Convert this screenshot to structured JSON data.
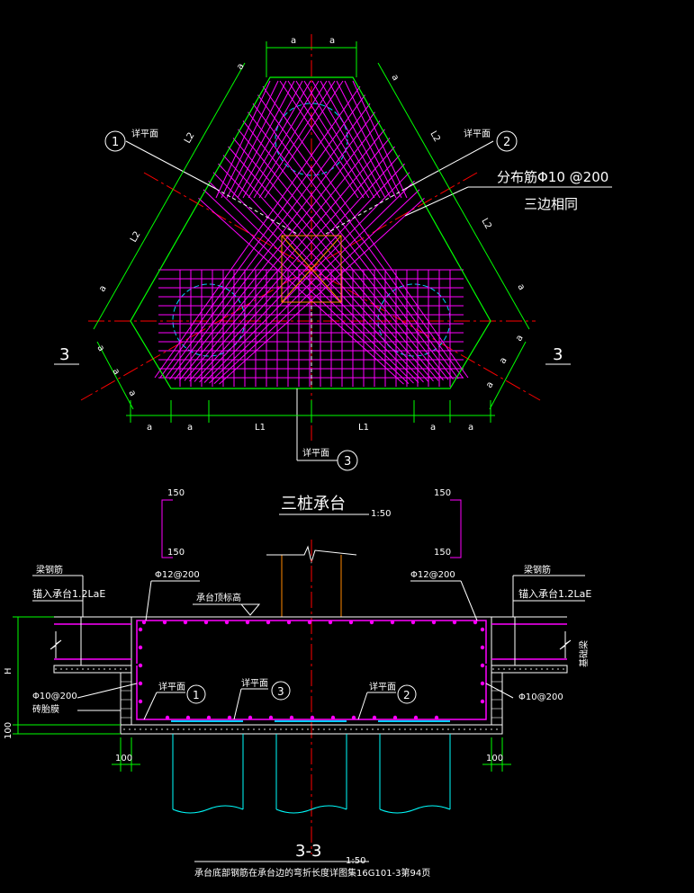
{
  "plan": {
    "dim_a": "a",
    "dim_l1": "L1",
    "dim_l2": "L2",
    "section_mark": "3",
    "callouts": [
      {
        "num": "1",
        "text": "详平面"
      },
      {
        "num": "2",
        "text": "详平面"
      },
      {
        "num": "3",
        "text": "详平面"
      }
    ],
    "dist_bar_note": "分布筋Φ10 @200",
    "three_sides_note": "三边相同"
  },
  "title": {
    "name": "三桩承台",
    "scale": "1:50"
  },
  "section": {
    "side_dims": [
      "150",
      "150",
      "150",
      "150"
    ],
    "left_beam_label": "梁钢筋",
    "left_anchor": "锚入承台1.2LaE",
    "right_beam_label": "梁钢筋",
    "right_anchor": "锚入承台1.2LaE",
    "top_bar_left": "Φ12@200",
    "top_bar_right": "Φ12@200",
    "top_elev": "承台顶标高",
    "side_bar_left": "Φ10@200",
    "side_bar_right": "Φ10@200",
    "brick_label": "砖胎膜",
    "right_beam_vertical": "基础梁",
    "callouts": [
      {
        "num": "1",
        "text": "详平面"
      },
      {
        "num": "3",
        "text": "详平面"
      },
      {
        "num": "2",
        "text": "详平面"
      }
    ],
    "dim_h": "H",
    "dim_100": "100",
    "dim_100_left": "100",
    "dim_100_right": "100",
    "section_title": "3-3",
    "section_scale": "1:50",
    "bottom_note": "承台底部钢筋在承台边的弯折长度详图集16G101-3第94页"
  },
  "colors": {
    "outline": "#00ff00",
    "rebar": "#ff00ff",
    "pile": "#00ffff",
    "center_line": "#ff0000",
    "text": "#ffffff",
    "column": "#ff8800"
  }
}
